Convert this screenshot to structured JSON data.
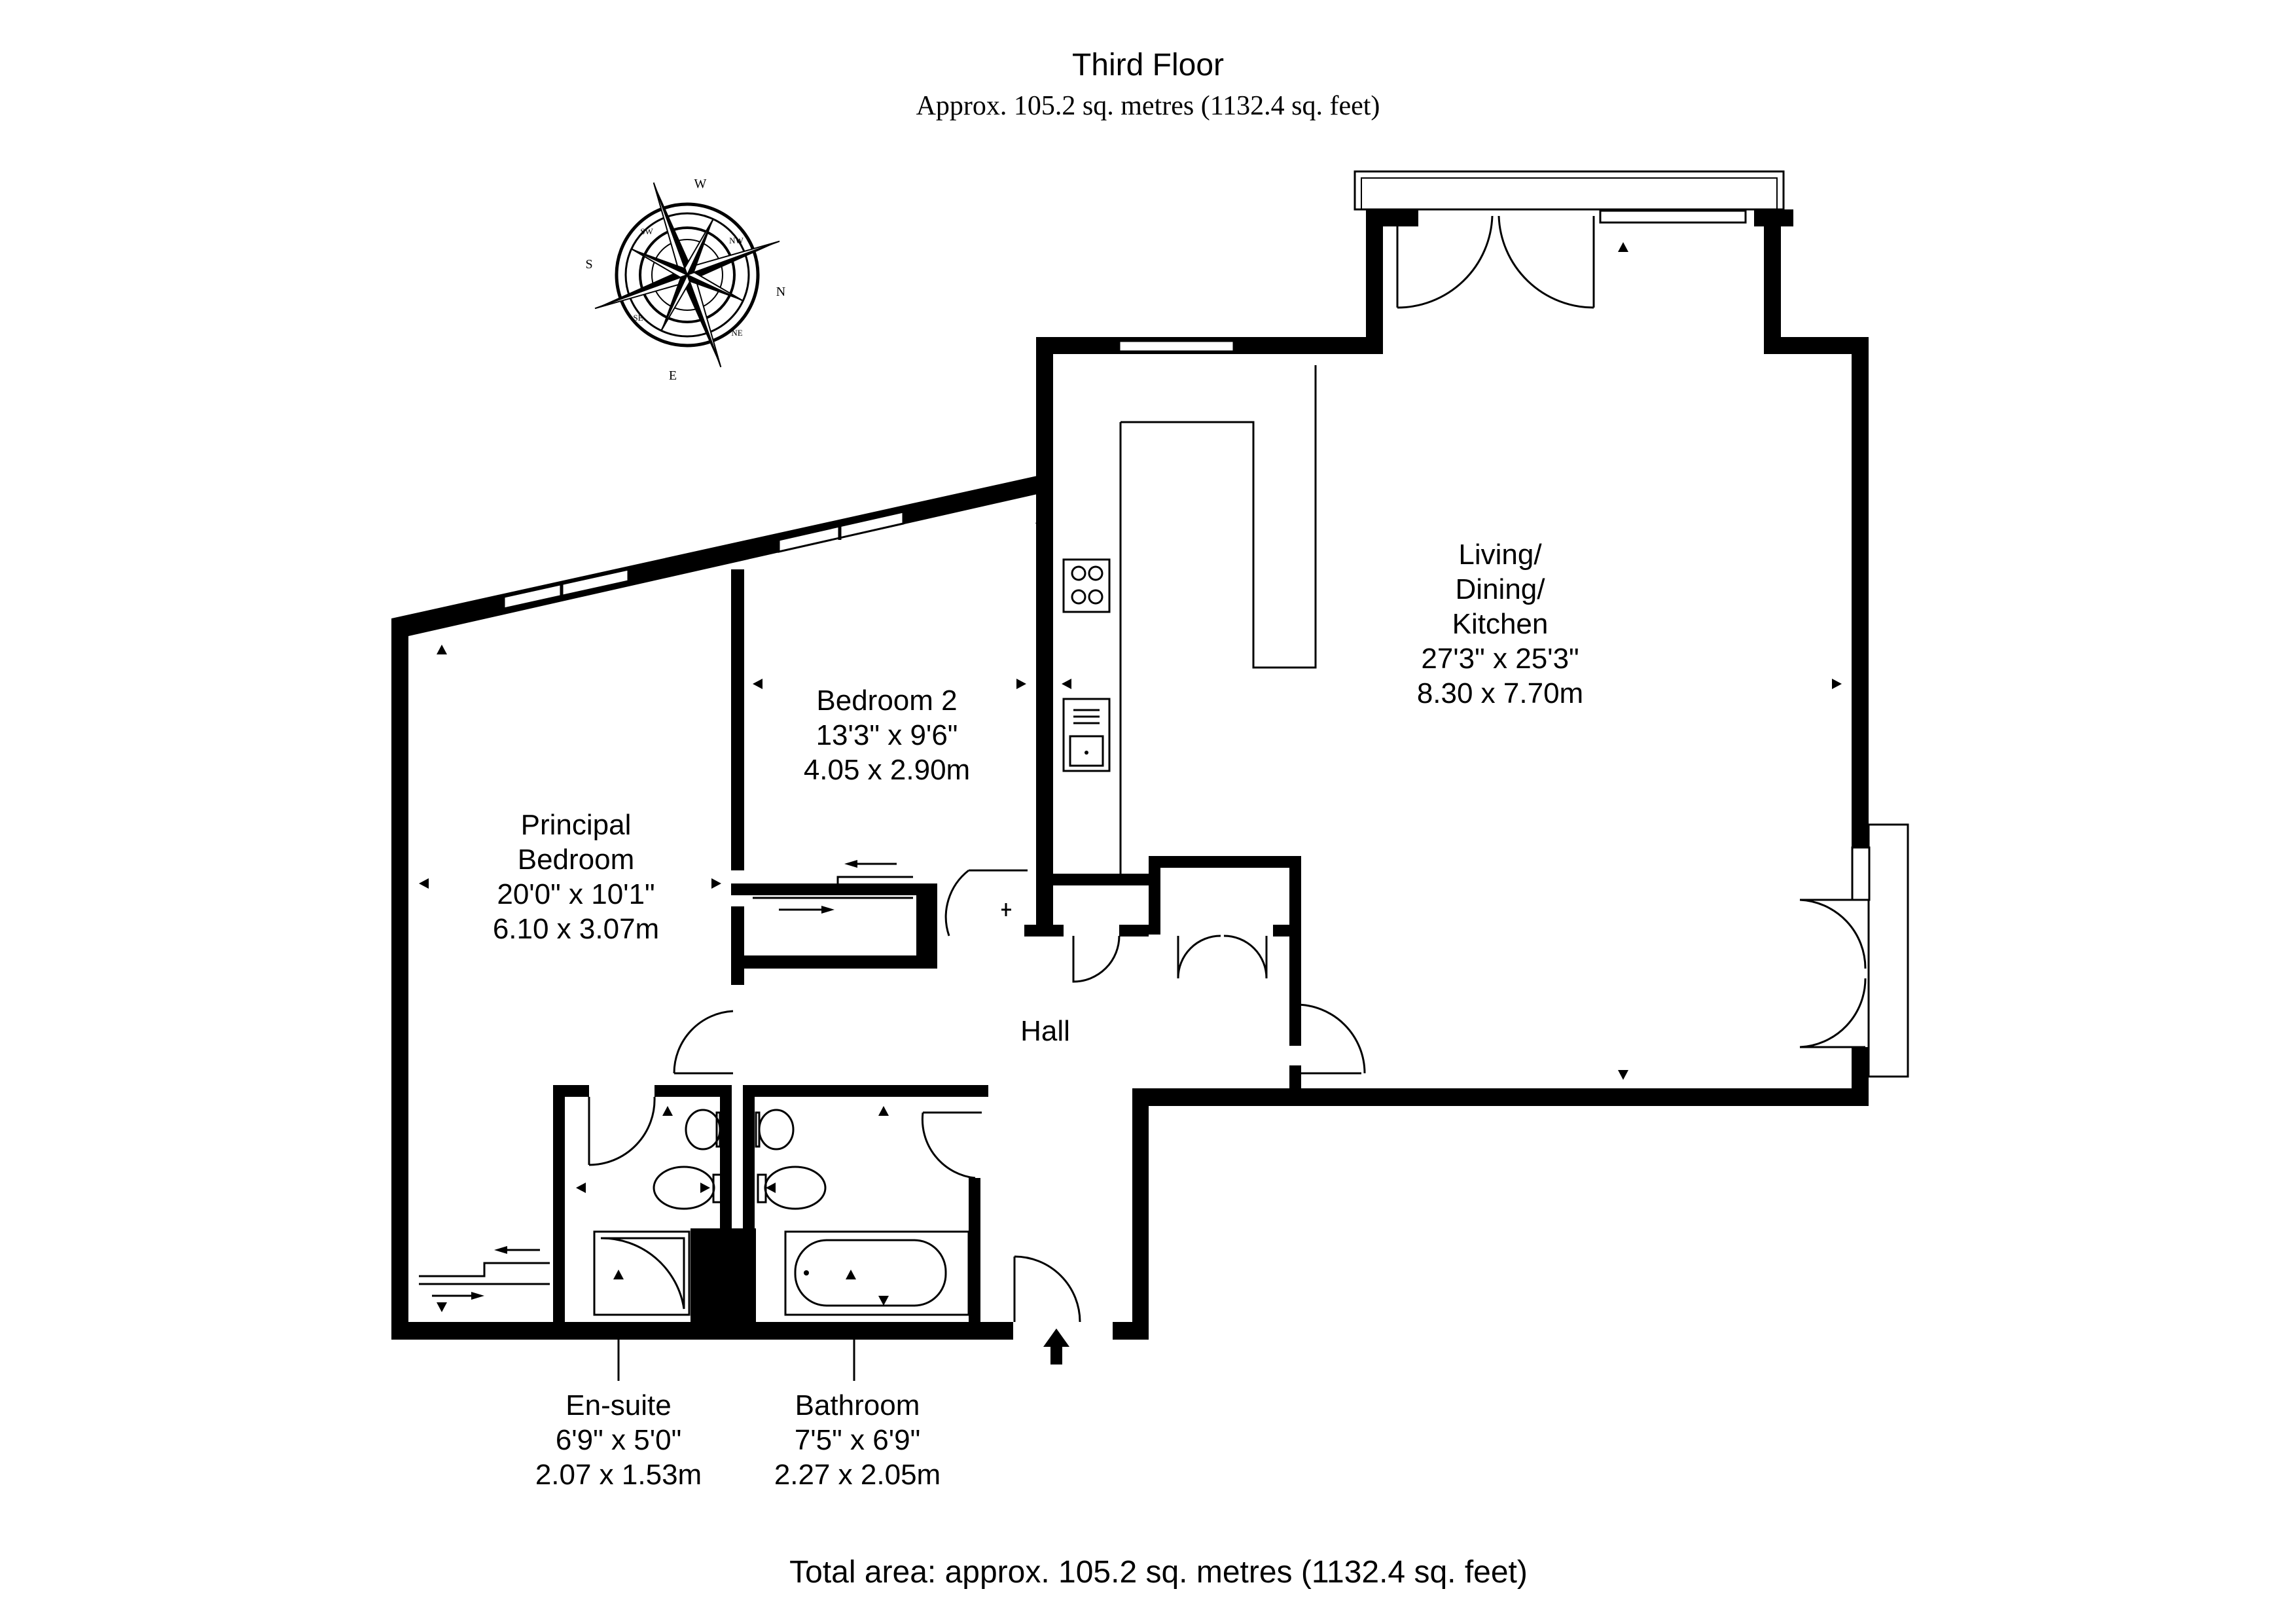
{
  "header": {
    "title": "Third Floor",
    "subtitle": "Approx. 105.2 sq. metres (1132.4 sq. feet)"
  },
  "footer": {
    "total_area": "Total area: approx. 105.2 sq. metres (1132.4 sq. feet)"
  },
  "compass": {
    "letters": [
      "W",
      "N",
      "E",
      "S"
    ],
    "intermediate": [
      "NW",
      "NE",
      "SE",
      "SW"
    ]
  },
  "rooms": {
    "living": {
      "name_lines": [
        "Living/",
        "Dining/",
        "Kitchen"
      ],
      "imperial": "27'3\" x 25'3\"",
      "metric": "8.30 x 7.70m"
    },
    "bedroom2": {
      "name_lines": [
        "Bedroom 2"
      ],
      "imperial": "13'3\" x 9'6\"",
      "metric": "4.05 x 2.90m"
    },
    "principal": {
      "name_lines": [
        "Principal",
        "Bedroom"
      ],
      "imperial": "20'0\" x 10'1\"",
      "metric": "6.10 x 3.07m"
    },
    "hall": {
      "name_lines": [
        "Hall"
      ]
    },
    "ensuite": {
      "name_lines": [
        "En-suite"
      ],
      "imperial": "6'9\" x 5'0\"",
      "metric": "2.07 x 1.53m"
    },
    "bathroom": {
      "name_lines": [
        "Bathroom"
      ],
      "imperial": "7'5\" x 6'9\"",
      "metric": "2.27 x 2.05m"
    }
  }
}
